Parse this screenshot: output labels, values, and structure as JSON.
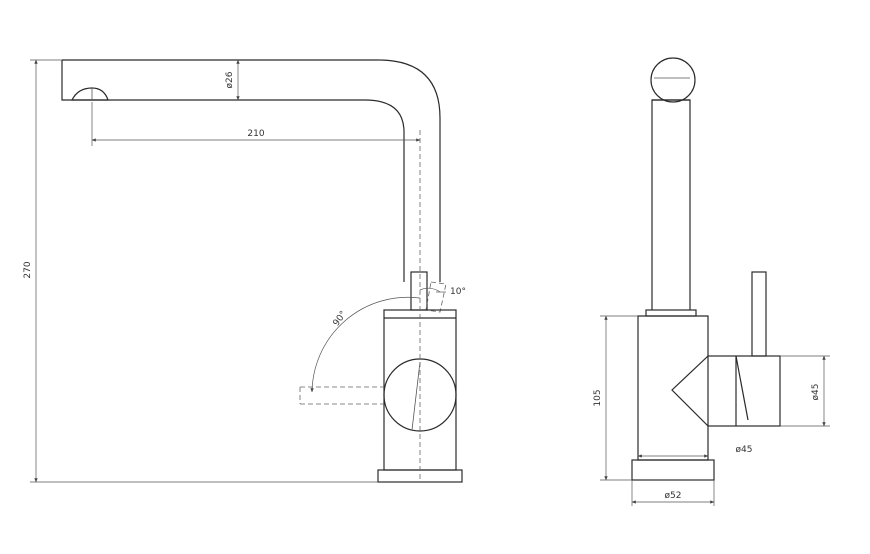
{
  "front_view": {
    "spout_diameter": "ø26",
    "spout_reach": "210",
    "overall_height": "270",
    "lever_swing": "90°",
    "lever_tilt": "10°"
  },
  "side_view": {
    "body_height": "105",
    "handle_diameter": "ø45",
    "body_diameter": "ø45",
    "base_diameter": "ø52"
  }
}
